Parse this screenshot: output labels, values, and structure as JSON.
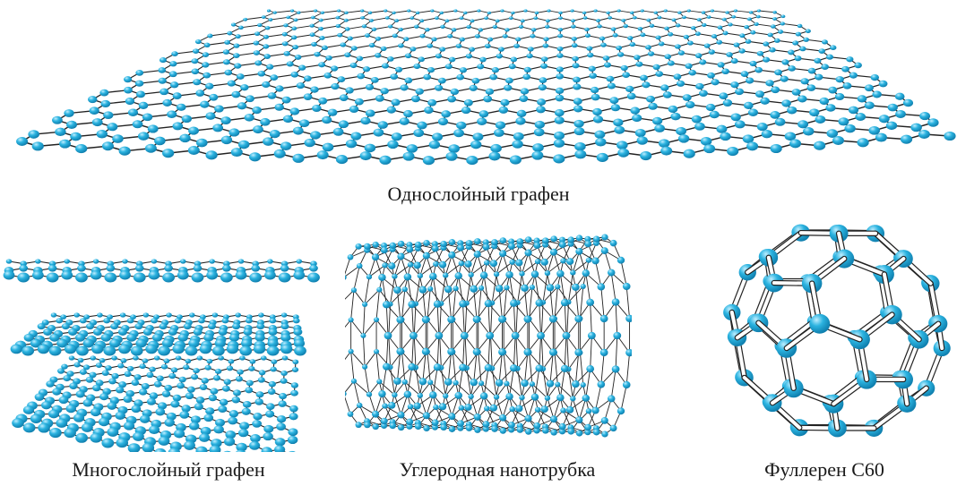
{
  "captions": {
    "single_layer": "Однослойный графен",
    "multi_layer": "Многослойный графен",
    "nanotube": "Углеродная нанотрубка",
    "fullerene": "Фуллерен С60"
  },
  "colors": {
    "atom": "#2bb3e0",
    "atom_highlight": "#bfeeff",
    "atom_shadow": "#0f7fae",
    "bond": "#222222",
    "bond_fill": "#ffffff"
  }
}
